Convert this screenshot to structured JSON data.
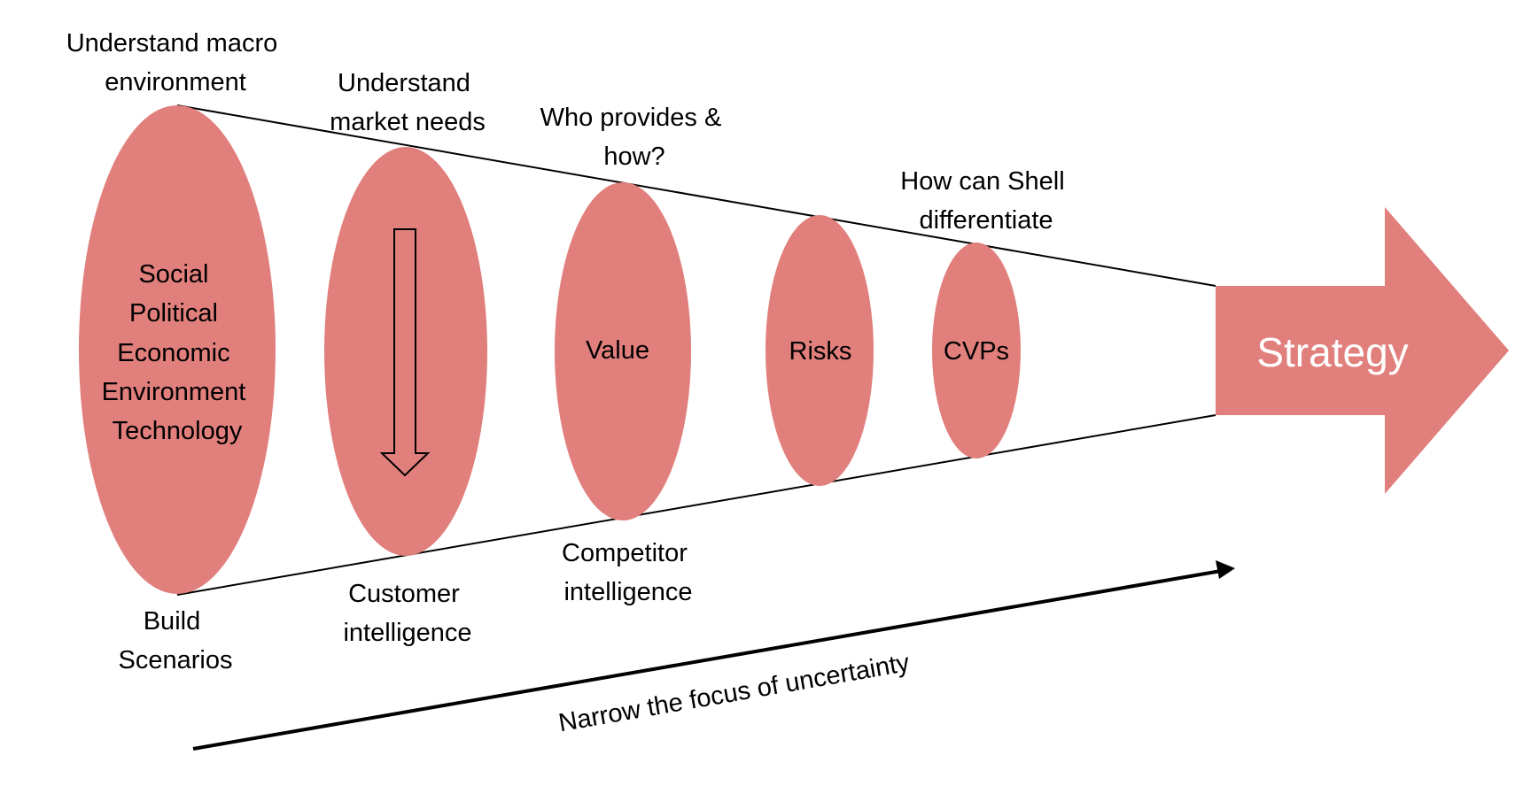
{
  "diagram": {
    "type": "funnel-process",
    "colors": {
      "shape_fill": "#E17F7C",
      "line": "#000000",
      "text": "#000000",
      "arrow_text": "#FFFFFF"
    },
    "stages": [
      {
        "id": "macro",
        "top_label": [
          "Understand macro",
          "environment"
        ],
        "inner_label": [
          "Social",
          "Political",
          "Economic",
          "Environment",
          "Technology"
        ],
        "bottom_label": [
          "Build",
          "Scenarios"
        ]
      },
      {
        "id": "market",
        "top_label": [
          "Understand",
          "market needs"
        ],
        "inner_label": [],
        "inner_icon": "down-arrow-icon",
        "bottom_label": [
          "Customer",
          "intelligence"
        ]
      },
      {
        "id": "value",
        "top_label": [
          "Who provides &",
          "how?"
        ],
        "inner_label": [
          "Value"
        ],
        "bottom_label": [
          "Competitor",
          "intelligence"
        ]
      },
      {
        "id": "risks",
        "top_label": [],
        "inner_label": [
          "Risks"
        ],
        "bottom_label": []
      },
      {
        "id": "cvps",
        "top_label": [
          "How can Shell",
          "differentiate"
        ],
        "inner_label": [
          "CVPs"
        ],
        "bottom_label": []
      }
    ],
    "outcome": {
      "label": "Strategy"
    },
    "trend_arrow": {
      "label": "Narrow the focus of uncertainty"
    }
  }
}
